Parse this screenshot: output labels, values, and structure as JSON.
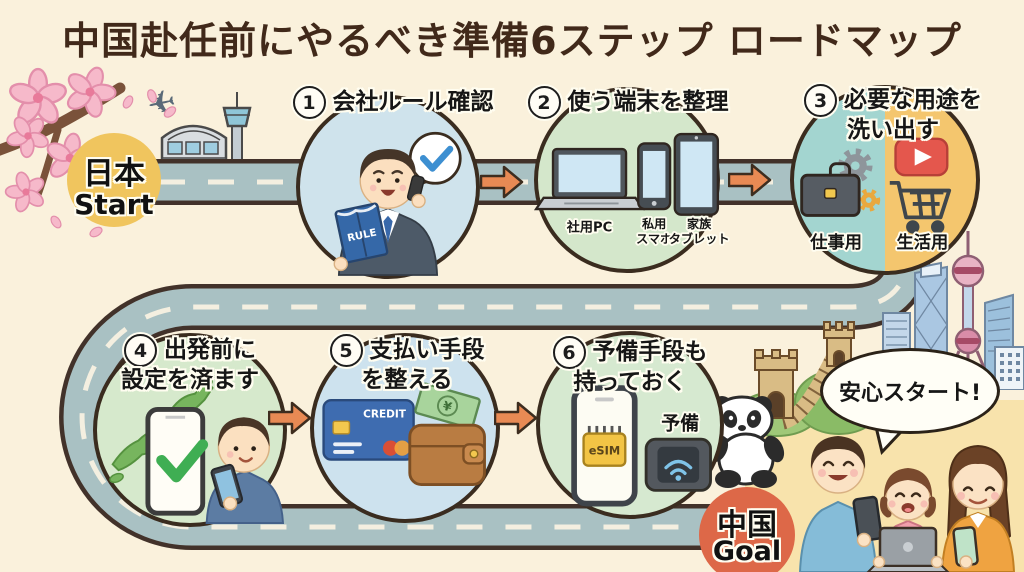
{
  "title": "中国赴任前にやるべき準備6ステップ ロードマップ",
  "start": {
    "place": "日本",
    "label": "Start"
  },
  "goal": {
    "place": "中国",
    "label": "Goal"
  },
  "bubble": {
    "text": "安心スタート!"
  },
  "steps": [
    {
      "number": "1",
      "line1": "会社ルール確認",
      "line2": "",
      "book": "RULE"
    },
    {
      "number": "2",
      "line1": "使う端末を整理",
      "line2": "",
      "devices": {
        "pc": "社用PC",
        "phone1": "私用",
        "phone2": "スマホ",
        "tab1": "家族",
        "tab2": "タブレット"
      }
    },
    {
      "number": "3",
      "line1": "必要な用途を",
      "line2": "洗い出す",
      "work": "仕事用",
      "life": "生活用"
    },
    {
      "number": "4",
      "line1": "出発前に",
      "line2": "設定を済ます"
    },
    {
      "number": "5",
      "line1": "支払い手段",
      "line2": "を整える",
      "card": "CREDIT",
      "bill": "¥"
    },
    {
      "number": "6",
      "line1": "予備手段も",
      "line2": "持っておく",
      "esim": "eSIM",
      "backup": "予備"
    }
  ],
  "colors": {
    "background": "#faf1dc",
    "title": "#41291a",
    "road": "#a9c1c3",
    "road_border": "#42322a",
    "road_dash": "#f4efe0",
    "arrow": "#e88a54",
    "start_circle": "#f0c55e",
    "goal_circle": "#dd6848",
    "step1_circle": "#cfe3ec",
    "step2_circle": "#d4e7cb",
    "step3_work_half": "#a3d5d0",
    "step3_life_half": "#f4c66e",
    "step4_circle": "#d6e9cc",
    "step5_circle": "#cde2ee",
    "step6_circle": "#d6e9d0",
    "family_panel": "#f8e3ac"
  }
}
